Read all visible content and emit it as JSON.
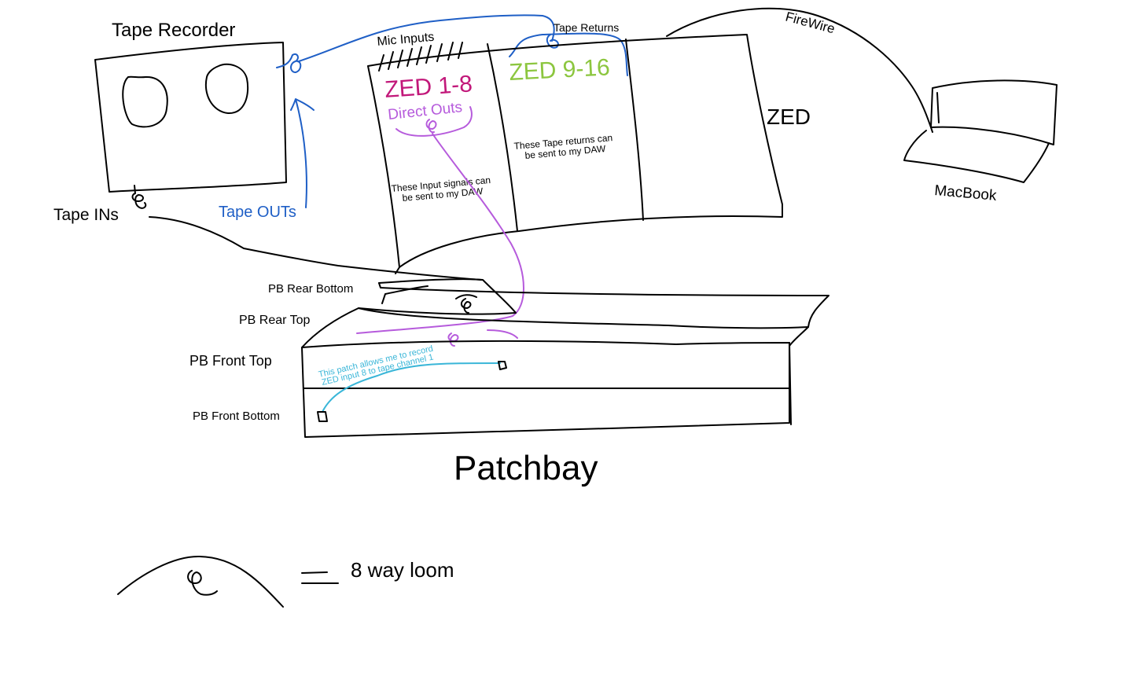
{
  "colors": {
    "ink": "#000000",
    "tape_wiring": "#1f5fc6",
    "direct_outs": "#b65bdc",
    "patch_cable": "#3ab6d8",
    "zed_1_8": "#c2187a",
    "zed_9_16": "#8cc63f",
    "background": "#ffffff"
  },
  "tape_recorder": {
    "title": "Tape Recorder",
    "ins_label": "Tape INs",
    "outs_label": "Tape OUTs",
    "reel_icon": "tape-reel-icon"
  },
  "zed": {
    "title": "ZED",
    "mic_inputs_label": "Mic Inputs",
    "tape_returns_label": "Tape Returns",
    "section_1_title": "ZED 1-8",
    "section_1_sub": "Direct Outs",
    "section_1_note_l1": "These Input signals can",
    "section_1_note_l2": "be sent to my DAW",
    "section_2_title": "ZED 9-16",
    "section_2_note_l1": "These Tape returns can",
    "section_2_note_l2": "be sent to my DAW"
  },
  "firewire": {
    "label": "FireWire"
  },
  "macbook": {
    "label": "MacBook",
    "icon": "laptop-icon"
  },
  "patchbay": {
    "title": "Patchbay",
    "rows": {
      "rear_bottom": "PB Rear Bottom",
      "rear_top": "PB Rear Top",
      "front_top": "PB Front Top",
      "front_bottom": "PB Front Bottom"
    },
    "patch_note_l1": "This patch allows me to record",
    "patch_note_l2": "ZED input 8 to tape channel 1"
  },
  "legend": {
    "symbol": "8",
    "label": "8 way loom"
  }
}
